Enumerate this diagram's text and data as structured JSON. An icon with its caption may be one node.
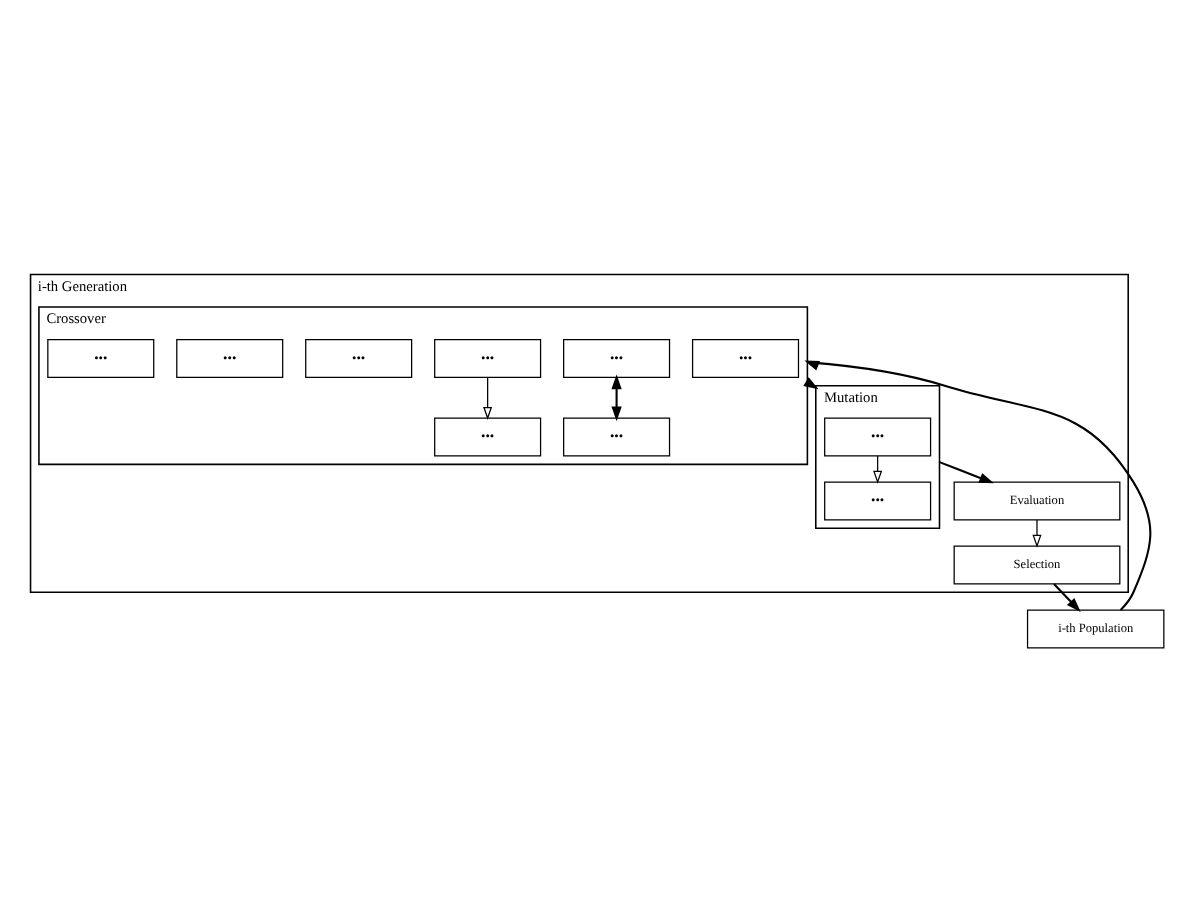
{
  "diagram": {
    "nodes": [
      {
        "text": [
          "i-th Generation"
        ]
      },
      {
        "text": [
          "Crossover"
        ],
        "in": 0
      },
      {
        "text": [
          "•••"
        ],
        "in": 1
      },
      {
        "text": [
          "•••"
        ],
        "in": 1
      },
      {
        "text": [
          "•••"
        ],
        "in": 1
      },
      {
        "text": [
          "•••"
        ],
        "in": 1
      },
      {
        "text": [
          "•••"
        ],
        "in": 1
      },
      {
        "text": [
          "•••"
        ],
        "in": 1
      },
      {
        "text": [
          "•••"
        ],
        "in": 1
      },
      {
        "text": [
          "•••"
        ],
        "in": 1
      },
      {
        "text": [
          "Mutation"
        ],
        "in": 0
      },
      {
        "text": [
          "•••"
        ],
        "in": 10
      },
      {
        "text": [
          "•••"
        ],
        "in": 10
      },
      {
        "text": [
          "Evaluation"
        ],
        "in": 0
      },
      {
        "text": [
          "Selection"
        ],
        "in": 0
      },
      {
        "text": [
          "i-th Population"
        ]
      }
    ],
    "edges": [
      {
        "from": 3,
        "to": 5,
        "arrow": "both"
      },
      {
        "from": 4,
        "to": 6,
        "arrow": "to"
      },
      {
        "from": 1,
        "to": 10,
        "arrow": "to"
      },
      {
        "from": 11,
        "to": 12,
        "arrow": "to"
      },
      {
        "from": 10,
        "to": 13,
        "arrow": "to"
      },
      {
        "from": 13,
        "to": 14,
        "arrow": "to"
      },
      {
        "from": 14,
        "to": 15,
        "arrow": "to"
      },
      {
        "from": 15,
        "to": 1,
        "arrow": "to"
      }
    ]
  }
}
